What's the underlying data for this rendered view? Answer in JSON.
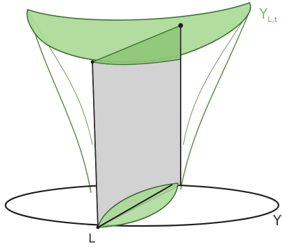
{
  "labels": {
    "top_main": "Y",
    "top_sub": "L,t",
    "right": "Y",
    "bottom": "L"
  },
  "colors": {
    "green_fill": "#a8d994",
    "green_stroke": "#4f8a3c",
    "gray_fill": "#d2d2d2",
    "ink": "#1e1e1e"
  }
}
